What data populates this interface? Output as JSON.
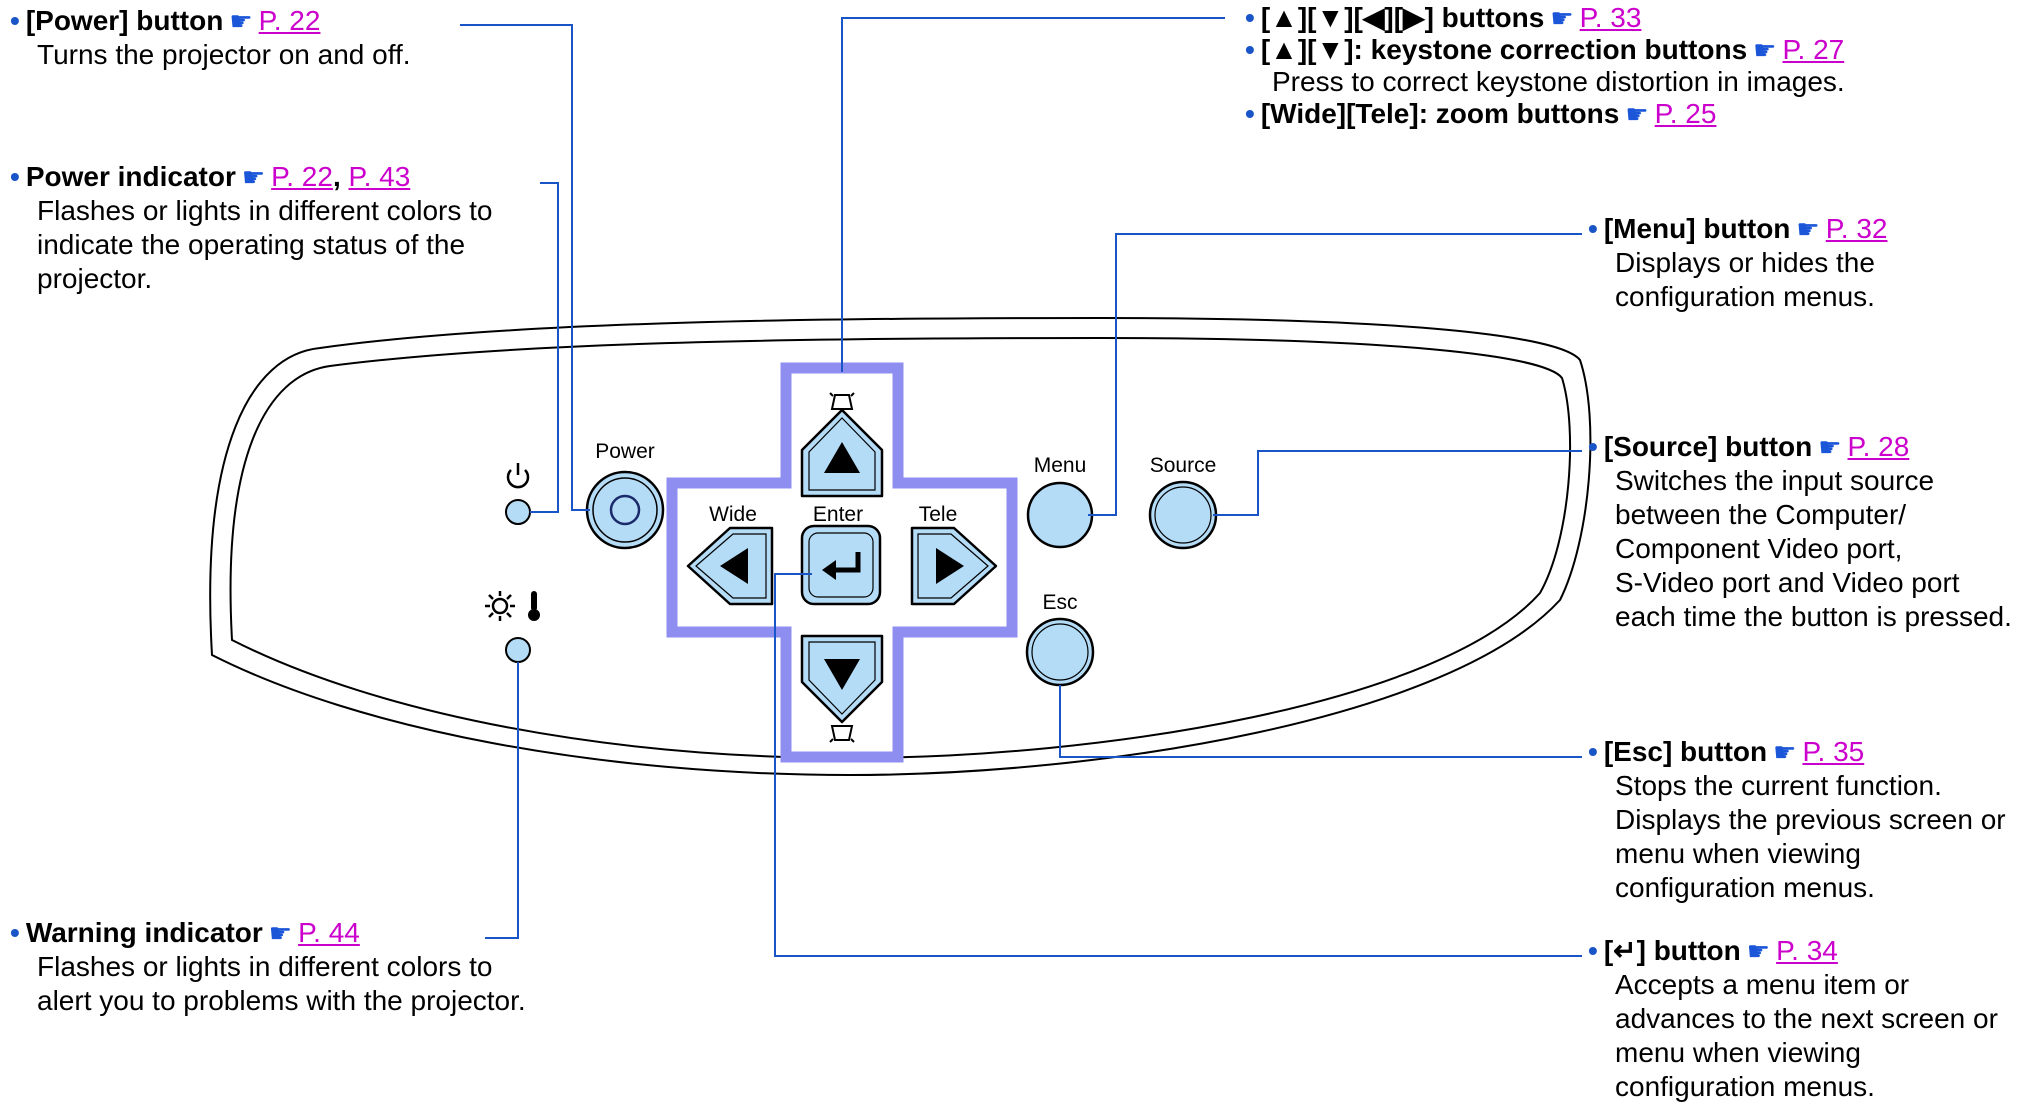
{
  "callouts": {
    "power_button": {
      "title": "[Power] button",
      "ref": "P. 22",
      "desc": [
        "Turns the projector on and off."
      ]
    },
    "power_indicator": {
      "title": "Power indicator",
      "ref": "P. 22",
      "sep": ",",
      "ref2": "P. 43",
      "desc": [
        "Flashes or lights in different colors to",
        "indicate the operating status of the",
        "projector."
      ]
    },
    "warning_indicator": {
      "title": "Warning indicator",
      "ref": "P. 44",
      "desc": [
        "Flashes or lights in different colors to",
        "alert you to problems with the projector."
      ]
    },
    "arrow_buttons": {
      "title": "[▲][▼][◀][▶] buttons",
      "ref": "P. 33"
    },
    "keystone_buttons": {
      "title": "[▲][▼]: keystone correction buttons",
      "ref": "P. 27",
      "desc": [
        "Press to correct keystone distortion in images."
      ]
    },
    "zoom_buttons": {
      "title": "[Wide][Tele]: zoom buttons",
      "ref": "P. 25"
    },
    "menu_button": {
      "title": "[Menu] button",
      "ref": "P. 32",
      "desc": [
        "Displays or hides the",
        "configuration menus."
      ]
    },
    "source_button": {
      "title": "[Source] button",
      "ref": "P. 28",
      "desc": [
        "Switches the input source",
        "between the Computer/",
        "Component Video port,",
        "S-Video port and Video port",
        "each time the button is pressed."
      ]
    },
    "esc_button": {
      "title": "[Esc] button",
      "ref": "P. 35",
      "desc": [
        "Stops the current function.",
        "Displays the previous screen or",
        "menu when viewing",
        "configuration menus."
      ]
    },
    "enter_button": {
      "title": "[↵] button",
      "ref": "P. 34",
      "desc": [
        "Accepts a menu item or",
        "advances to the next screen or",
        "menu when viewing",
        "configuration menus."
      ]
    }
  },
  "panel": {
    "power": "Power",
    "wide": "Wide",
    "enter": "Enter",
    "tele": "Tele",
    "menu": "Menu",
    "source": "Source",
    "esc": "Esc"
  },
  "icons": {
    "power_symbol": "power-icon",
    "lamp_symbol": "lamp-icon",
    "temp_symbol": "thermometer-icon",
    "pointing_hand": "pointing-hand-icon"
  },
  "colors": {
    "line": "#1a55c8",
    "button_fill": "#b5dcf7",
    "cross_frame": "#8e8ef0",
    "link": "#cc00cc"
  }
}
